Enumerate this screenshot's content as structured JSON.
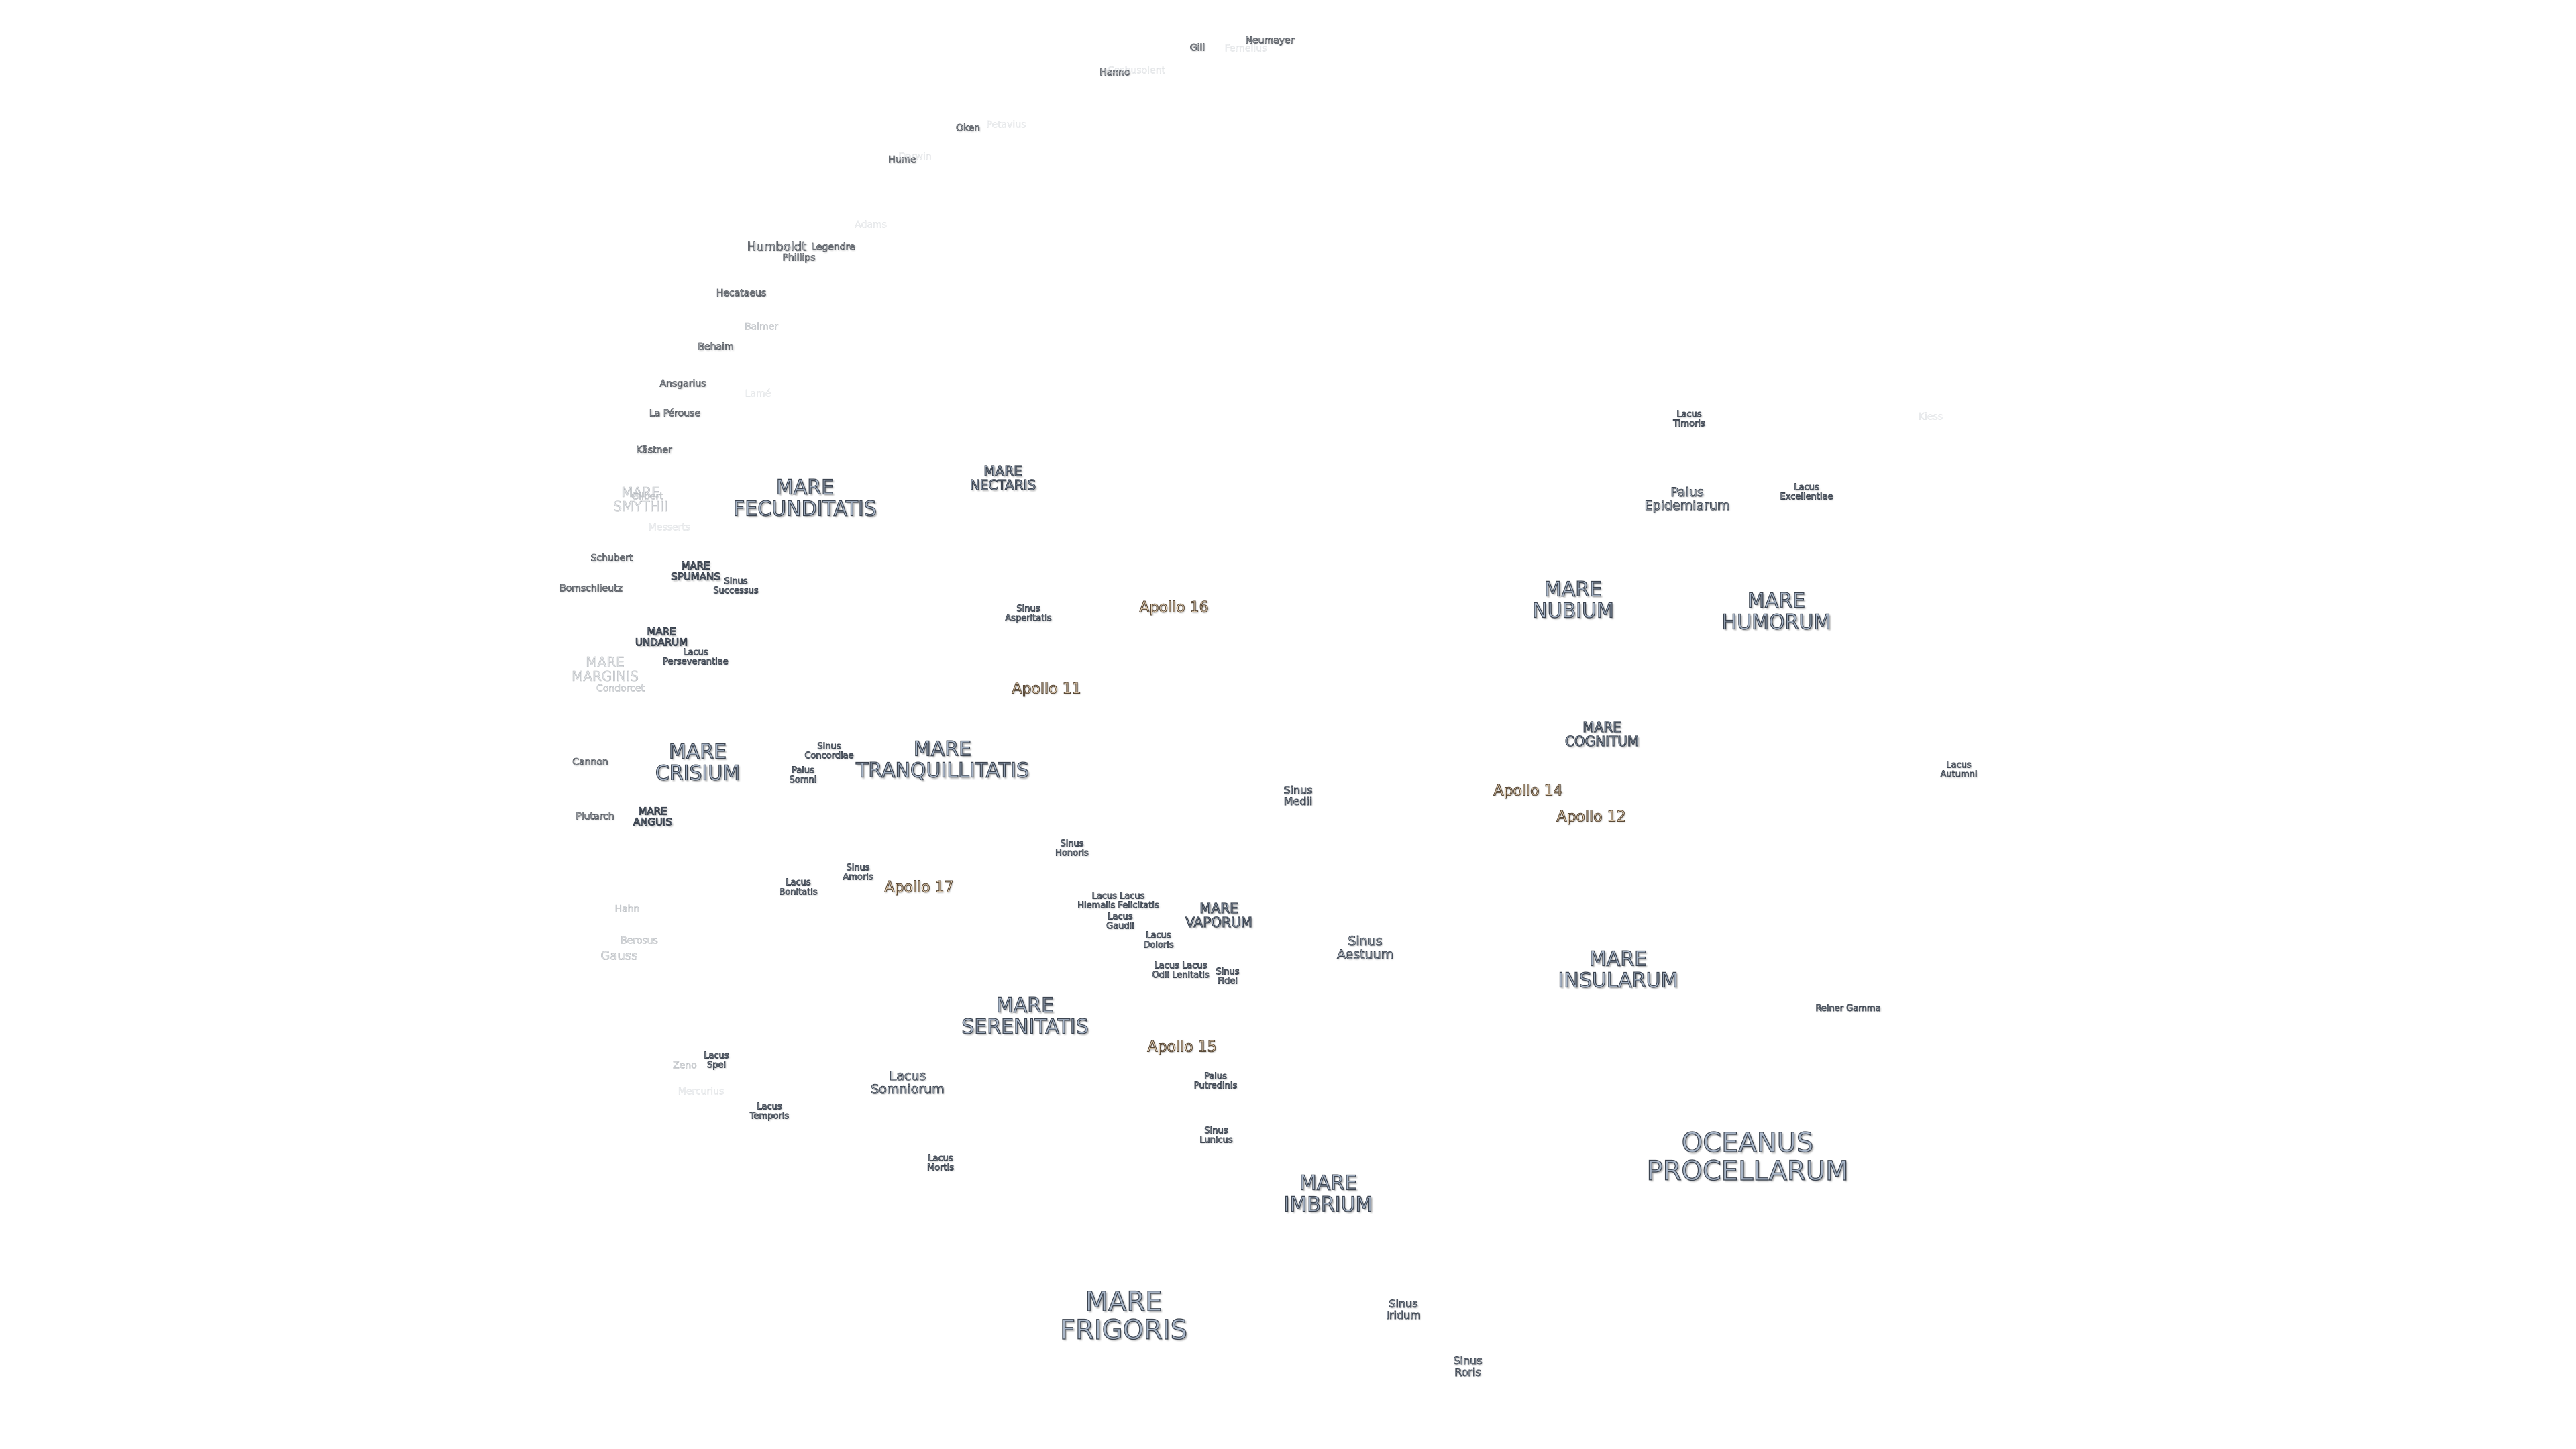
{
  "maria": [
    {
      "id": "oceanus-procellarum",
      "text": "OCEANUS\nPROCELLARUM",
      "size": "big"
    },
    {
      "id": "mare-frigoris",
      "text": "MARE\nFRIGORIS",
      "size": "big"
    },
    {
      "id": "mare-imbrium",
      "text": "MARE\nIMBRIUM",
      "size": "normal"
    },
    {
      "id": "mare-serenitatis",
      "text": "MARE\nSERENITATIS",
      "size": "normal"
    },
    {
      "id": "mare-tranquillitatis",
      "text": "MARE\nTRANQUILLITATIS",
      "size": "normal"
    },
    {
      "id": "mare-fecunditatis",
      "text": "MARE\nFECUNDITATIS",
      "size": "normal"
    },
    {
      "id": "mare-crisium",
      "text": "MARE\nCRISIUM",
      "size": "normal"
    },
    {
      "id": "mare-nubium",
      "text": "MARE\nNUBIUM",
      "size": "normal"
    },
    {
      "id": "mare-humorum",
      "text": "MARE\nHUMORUM",
      "size": "normal"
    },
    {
      "id": "mare-insularum",
      "text": "MARE\nINSULARUM",
      "size": "normal"
    },
    {
      "id": "mare-nectaris",
      "text": "MARE\nNECTARIS",
      "size": "small"
    },
    {
      "id": "mare-cognitum",
      "text": "MARE\nCOGNITUM",
      "size": "small"
    },
    {
      "id": "mare-vaporum",
      "text": "MARE\nVAPORUM",
      "size": "small"
    },
    {
      "id": "mare-marginis",
      "text": "MARE\nMARGINIS",
      "size": "faint"
    },
    {
      "id": "mare-smythii",
      "text": "MARE\nSMYTHII",
      "size": "faint"
    },
    {
      "id": "mare-undarum",
      "text": "MARE\nUNDARUM",
      "size": "xs"
    },
    {
      "id": "mare-spumans",
      "text": "MARE\nSPUMANS",
      "size": "xs"
    },
    {
      "id": "mare-anguis",
      "text": "MARE\nANGUIS",
      "size": "xs"
    }
  ],
  "features": [
    {
      "id": "lacus-somniorum",
      "text": "Lacus\nSomniorum",
      "size": "md"
    },
    {
      "id": "sinus-aestuum",
      "text": "Sinus\nAestuum",
      "size": "md"
    },
    {
      "id": "palus-epidemiarum",
      "text": "Palus\nEpidemiarum",
      "size": "md"
    },
    {
      "id": "sinus-medii",
      "text": "Sinus\nMedii",
      "size": "md"
    },
    {
      "id": "sinus-iridum",
      "text": "Sinus\nIridum",
      "size": "normal"
    },
    {
      "id": "sinus-roris",
      "text": "Sinus\nRoris",
      "size": "normal"
    },
    {
      "id": "lacus-timoris",
      "text": "Lacus\nTimoris",
      "size": "normal"
    },
    {
      "id": "lacus-excellentiae",
      "text": "Lacus\nExcellentiae",
      "size": "normal"
    },
    {
      "id": "lacus-autumni",
      "text": "Lacus\nAutumni",
      "size": "normal"
    },
    {
      "id": "sinus-asperitatis",
      "text": "Sinus\nAsperitatis",
      "size": "normal"
    },
    {
      "id": "sinus-concordiae",
      "text": "Sinus\nConcordiae",
      "size": "normal"
    },
    {
      "id": "palus-somni",
      "text": "Palus\nSomni",
      "size": "normal"
    },
    {
      "id": "sinus-amoris",
      "text": "Sinus\nAmoris",
      "size": "normal"
    },
    {
      "id": "lacus-bonitatis",
      "text": "Lacus\nBonitatis",
      "size": "normal"
    },
    {
      "id": "sinus-honoris",
      "text": "Sinus\nHonoris",
      "size": "sm"
    },
    {
      "id": "lacus-felicitatis",
      "text": "Lacus Lacus\nHiemalis Felicitatis",
      "size": "sm"
    },
    {
      "id": "lacus-gaudii",
      "text": "Lacus\nGaudii",
      "size": "sm"
    },
    {
      "id": "lacus-doloris",
      "text": "Lacus\nDoloris",
      "size": "sm"
    },
    {
      "id": "lacus-odii",
      "text": "Lacus Lacus\nOdii Lenitatis",
      "size": "sm"
    },
    {
      "id": "sinus-fidei",
      "text": "Sinus\nFidei",
      "size": "sm"
    },
    {
      "id": "palus-putredinis",
      "text": "Palus\nPutredinis",
      "size": "normal"
    },
    {
      "id": "sinus-lunicus",
      "text": "Sinus\nLunicus",
      "size": "sm"
    },
    {
      "id": "lacus-mortis",
      "text": "Lacus\nMortis",
      "size": "normal"
    },
    {
      "id": "lacus-temporis",
      "text": "Lacus\nTemporis",
      "size": "normal"
    },
    {
      "id": "lacus-spei",
      "text": "Lacus\nSpei",
      "size": "sm"
    },
    {
      "id": "sinus-successus",
      "text": "Sinus\nSuccessus",
      "size": "sm"
    },
    {
      "id": "lacus-perseverantiae",
      "text": "Lacus\nPerseverantiae",
      "size": "sm"
    },
    {
      "id": "reiner-gamma",
      "text": "Reiner Gamma",
      "size": "normal"
    }
  ],
  "apollo": [
    {
      "id": "apollo-11",
      "text": "Apollo 11"
    },
    {
      "id": "apollo-12",
      "text": "Apollo 12"
    },
    {
      "id": "apollo-14",
      "text": "Apollo 14"
    },
    {
      "id": "apollo-15",
      "text": "Apollo 15"
    },
    {
      "id": "apollo-16",
      "text": "Apollo 16"
    },
    {
      "id": "apollo-17",
      "text": "Apollo 17"
    }
  ],
  "craters": [
    {
      "id": "neumayer",
      "text": "Neumayer",
      "style": "normal"
    },
    {
      "id": "hanno",
      "text": "Hanno",
      "style": "normal"
    },
    {
      "id": "oken",
      "text": "Oken",
      "style": "normal"
    },
    {
      "id": "hume",
      "text": "Hume",
      "style": "normal"
    },
    {
      "id": "humboldt",
      "text": "Humboldt",
      "style": "md"
    },
    {
      "id": "phillips",
      "text": "Phillips",
      "style": "normal"
    },
    {
      "id": "legendre",
      "text": "Legendre",
      "style": "normal"
    },
    {
      "id": "hecataeus",
      "text": "Hecataeus",
      "style": "normal"
    },
    {
      "id": "balmer",
      "text": "Balmer",
      "style": "faint"
    },
    {
      "id": "behaim",
      "text": "Behaim",
      "style": "normal"
    },
    {
      "id": "ansgarius",
      "text": "Ansgarius",
      "style": "normal"
    },
    {
      "id": "la-perouse",
      "text": "La Pérouse",
      "style": "normal"
    },
    {
      "id": "kastner",
      "text": "Kästner",
      "style": "normal"
    },
    {
      "id": "schubert",
      "text": "Schubert",
      "style": "normal"
    },
    {
      "id": "bomschlieutz",
      "text": "Bomschlieutz",
      "style": "normal"
    },
    {
      "id": "condorcet",
      "text": "Condorcet",
      "style": "faint"
    },
    {
      "id": "cannon",
      "text": "Cannon",
      "style": "normal"
    },
    {
      "id": "plutarch",
      "text": "Plutarch",
      "style": "normal"
    },
    {
      "id": "hahn",
      "text": "Hahn",
      "style": "faint"
    },
    {
      "id": "berosus",
      "text": "Berosus",
      "style": "faint"
    },
    {
      "id": "gauss",
      "text": "Gauss",
      "style": "md-faint"
    },
    {
      "id": "zeno",
      "text": "Zeno",
      "style": "faint"
    },
    {
      "id": "mercurius",
      "text": "Mercurius",
      "style": "xfaint"
    },
    {
      "id": "adams",
      "text": "Adams",
      "style": "xfaint"
    },
    {
      "id": "lame",
      "text": "Lamé",
      "style": "xfaint"
    },
    {
      "id": "petavius",
      "text": "Petavius",
      "style": "xfaint"
    },
    {
      "id": "fernelius",
      "text": "Fernelius",
      "style": "xfaint"
    },
    {
      "id": "cosbusolent",
      "text": "Cosbusolent",
      "style": "xfaint"
    },
    {
      "id": "gill",
      "text": "Gill",
      "style": "normal"
    },
    {
      "id": "kiess",
      "text": "Kiess",
      "style": "xfaint"
    },
    {
      "id": "messerts",
      "text": "Messerts",
      "style": "xfaint"
    },
    {
      "id": "gilbert",
      "text": "Gilbert",
      "style": "faint"
    },
    {
      "id": "darwin",
      "text": "Darwin",
      "style": "xfaint"
    }
  ]
}
